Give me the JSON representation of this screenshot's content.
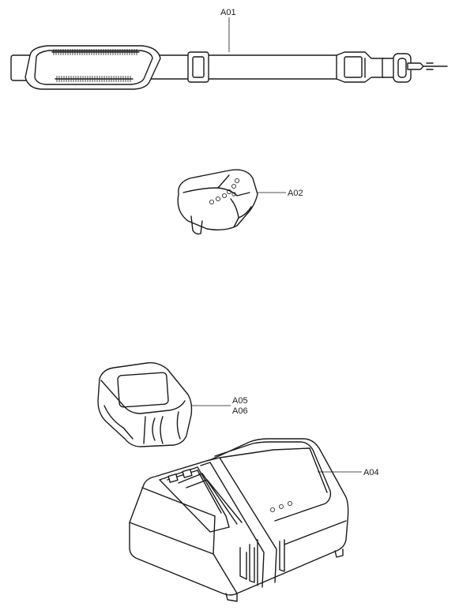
{
  "colors": {
    "line": "#1a1a1a",
    "background": "#ffffff"
  },
  "parts": {
    "strap": {
      "label": "A01"
    },
    "holster": {
      "label": "A02"
    },
    "battery": {
      "label_1": "A05",
      "label_2": "A06"
    },
    "charger": {
      "label": "A04"
    }
  }
}
